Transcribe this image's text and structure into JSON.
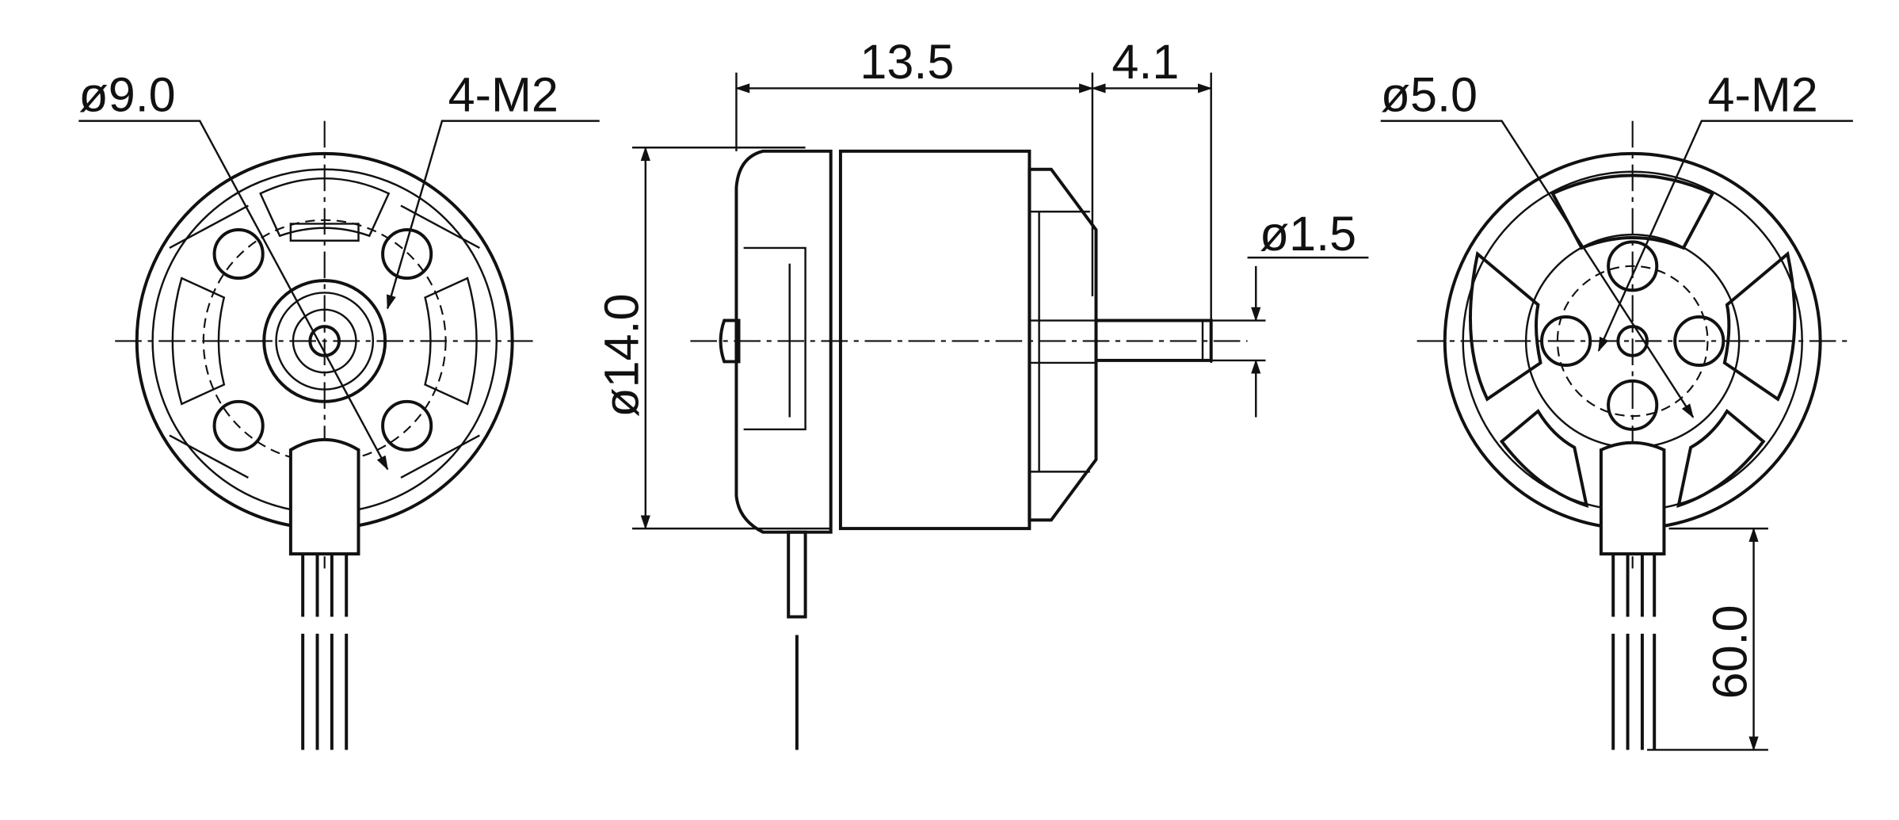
{
  "drawing": {
    "front_view": {
      "hub_diameter_label": "ø9.0",
      "mount_holes_label": "4-M2"
    },
    "side_view": {
      "body_length_label": "13.5",
      "shaft_length_label": "4.1",
      "body_diameter_label": "ø14.0",
      "shaft_diameter_label": "ø1.5"
    },
    "rear_view": {
      "bolt_circle_label": "ø5.0",
      "mount_holes_label": "4-M2",
      "lead_length_label": "60.0"
    },
    "line_color": "#111111"
  }
}
